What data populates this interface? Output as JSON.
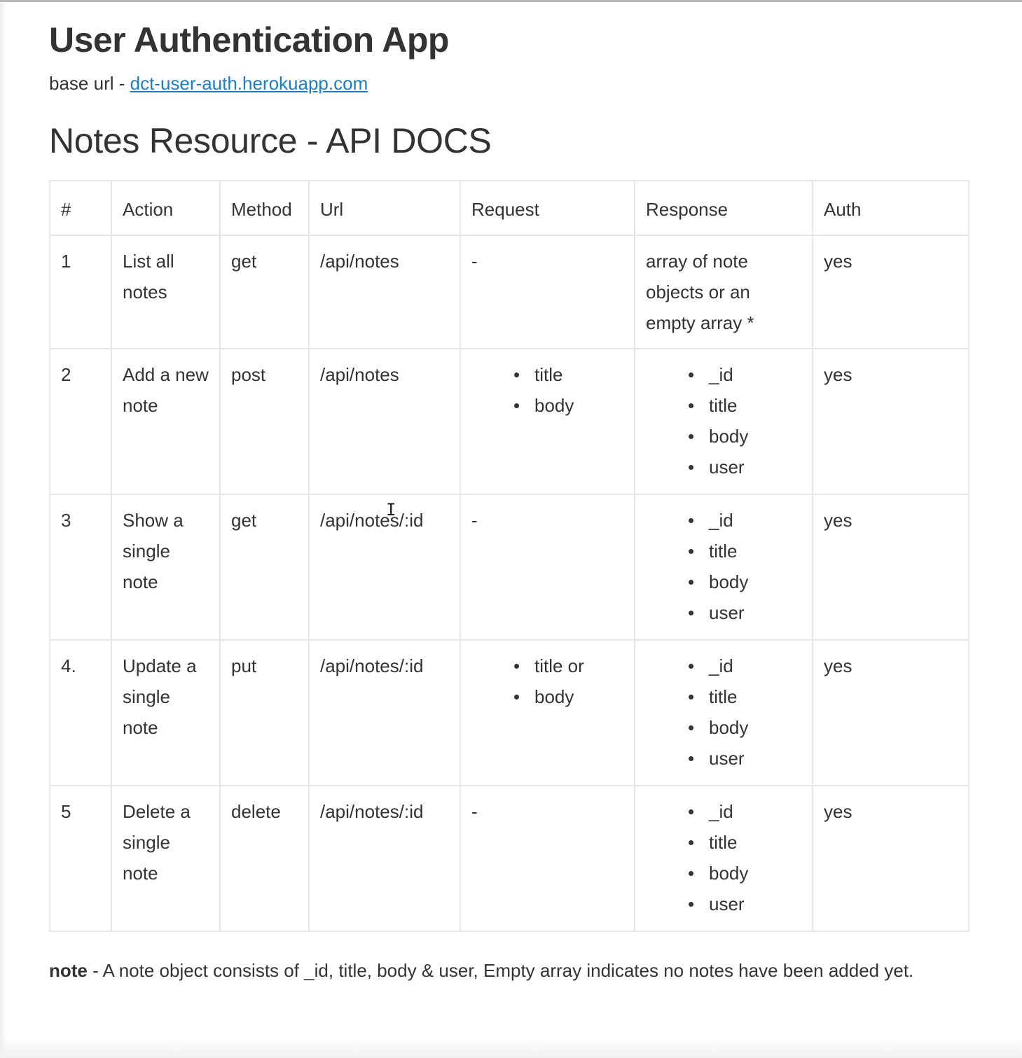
{
  "page": {
    "title": "User Authentication App",
    "base_url_label": "base url - ",
    "base_url_link": "dct-user-auth.herokuapp.com",
    "section_title": "Notes Resource - API DOCS"
  },
  "table": {
    "headers": [
      "#",
      "Action",
      "Method",
      "Url",
      "Request",
      "Response",
      "Auth"
    ],
    "rows": [
      {
        "num": "1",
        "action": "List all notes",
        "method": "get",
        "url": "/api/notes",
        "request": "-",
        "request_items": [],
        "response": "array of note objects  or an empty array *",
        "response_items": [],
        "auth": "yes"
      },
      {
        "num": "2",
        "action": "Add a new note",
        "method": "post",
        "url": "/api/notes",
        "request": "",
        "request_items": [
          "title",
          "body"
        ],
        "response": "",
        "response_items": [
          "_id",
          "title",
          "body",
          "user"
        ],
        "auth": "yes"
      },
      {
        "num": "3",
        "action": "Show a single note",
        "method": "get",
        "url": "/api/notes/:id",
        "request": "-",
        "request_items": [],
        "response": "",
        "response_items": [
          "_id",
          "title",
          "body",
          "user"
        ],
        "auth": "yes"
      },
      {
        "num": "4.",
        "action": "Update a single note",
        "method": "put",
        "url": "/api/notes/:id",
        "request": "",
        "request_items": [
          "title or",
          "body"
        ],
        "response": "",
        "response_items": [
          "_id",
          "title",
          "body",
          "user"
        ],
        "auth": "yes"
      },
      {
        "num": "5",
        "action": "Delete a single note",
        "method": "delete",
        "url": "/api/notes/:id",
        "request": "-",
        "request_items": [],
        "response": "",
        "response_items": [
          "_id",
          "title",
          "body",
          "user"
        ],
        "auth": "yes"
      }
    ]
  },
  "footnote": {
    "label": "note",
    "text": " - A note object consists of _id, title, body & user, Empty array indicates no notes have been added yet."
  },
  "icons": {
    "bullet": "•",
    "text_cursor": "I"
  },
  "colors": {
    "link": "#1a7fc4",
    "text": "#333333",
    "border": "#e6e6e6"
  }
}
